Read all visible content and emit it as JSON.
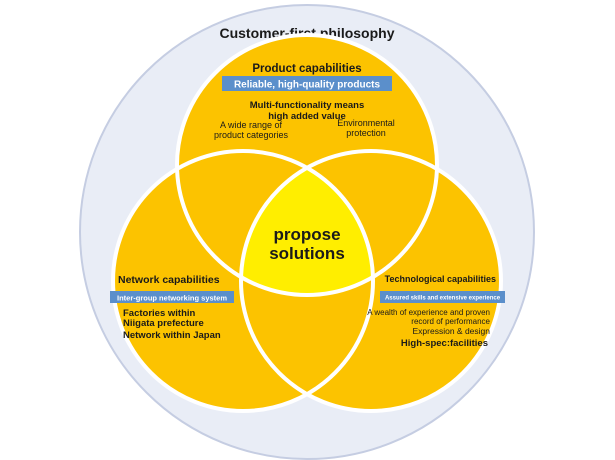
{
  "diagram": {
    "title": "Customer-first philosophy",
    "center": {
      "line1": "propose",
      "line2": "solutions"
    },
    "product": {
      "heading": "Product capabilities",
      "banner": "Reliable, high-quality products",
      "items": [
        "Multi-functionality means",
        "high added value",
        "A wide range of",
        "product categories",
        "Environmental",
        "protection"
      ]
    },
    "network": {
      "heading": "Network capabilities",
      "banner": "Inter-group networking system",
      "items": [
        "Factories within",
        "Niigata prefecture",
        "Network within Japan"
      ]
    },
    "technology": {
      "heading": "Technological capabilities",
      "banner": "Assured skills and extensive experience",
      "items": [
        "A wealth of experience and proven",
        "record of performance",
        "Expression & design",
        "High-spec:facilities"
      ]
    },
    "colors": {
      "outer_fill": "#e9edf6",
      "outer_stroke": "#c5cde2",
      "circle_fill": "#fcc300",
      "circle_stroke": "#ffffff",
      "center_fill": "#ffee00",
      "banner_fill": "#5b8fcb",
      "banner_text": "#ffffff",
      "text": "#1a1a1a"
    }
  }
}
